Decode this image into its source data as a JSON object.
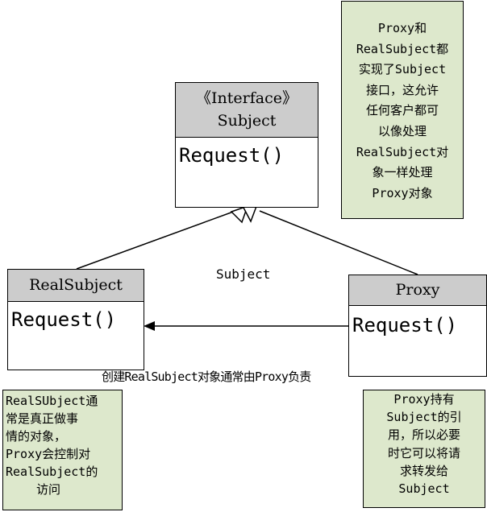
{
  "subject_class": {
    "stereotype": "《Interface》",
    "name": "Subject",
    "method": "Request()"
  },
  "real_subject_class": {
    "name": "RealSubject",
    "method": "Request()"
  },
  "proxy_class": {
    "name": "Proxy",
    "method": "Request()"
  },
  "relationship_labels": {
    "generalization": "Subject",
    "association": "创建RealSubject对象通常由Proxy负责"
  },
  "notes": {
    "top_right": [
      "Proxy和",
      "RealSubject都",
      "实现了Subject",
      "接口，这允许",
      "任何客户都可",
      "以像处理",
      "RealSubject对",
      "象一样处理",
      "Proxy对象"
    ],
    "bottom_left": [
      "RealSUbject通",
      "常是真正做事",
      "情的对象，",
      "Proxy会控制对",
      "RealSubject的",
      "访问"
    ],
    "bottom_right": [
      "Proxy持有",
      "Subject的引",
      "用，所以必要",
      "时它可以将请",
      "求转发给",
      "Subject"
    ]
  },
  "colors": {
    "class_header": "#cccccc",
    "note_fill": "#dde8cc",
    "line": "#000000"
  }
}
